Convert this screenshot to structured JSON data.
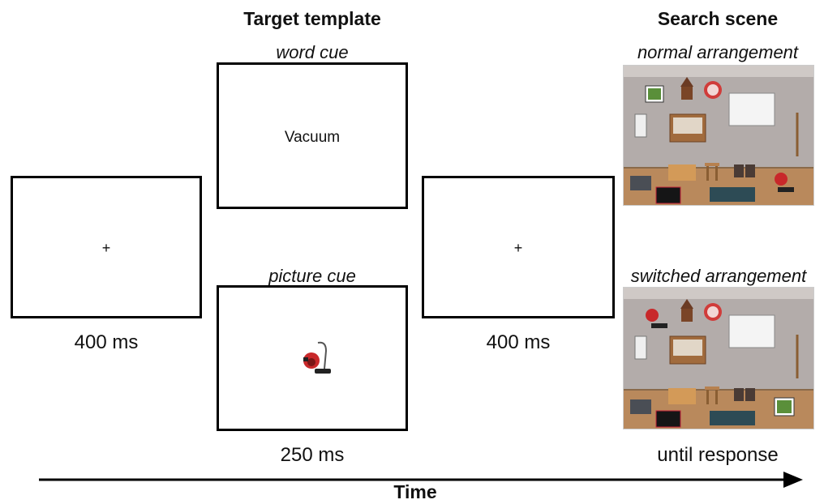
{
  "headers": {
    "target_template": "Target template",
    "search_scene": "Search scene"
  },
  "fixation_left": {
    "symbol": "+",
    "duration": "400 ms"
  },
  "cues": {
    "word_label": "word cue",
    "word_text": "Vacuum",
    "picture_label": "picture cue",
    "duration": "250 ms"
  },
  "fixation_right": {
    "symbol": "+",
    "duration": "400 ms"
  },
  "scenes": {
    "normal_label": "normal arrangement",
    "switched_label": "switched arrangement",
    "duration": "until response"
  },
  "time_axis": {
    "label": "Time"
  }
}
